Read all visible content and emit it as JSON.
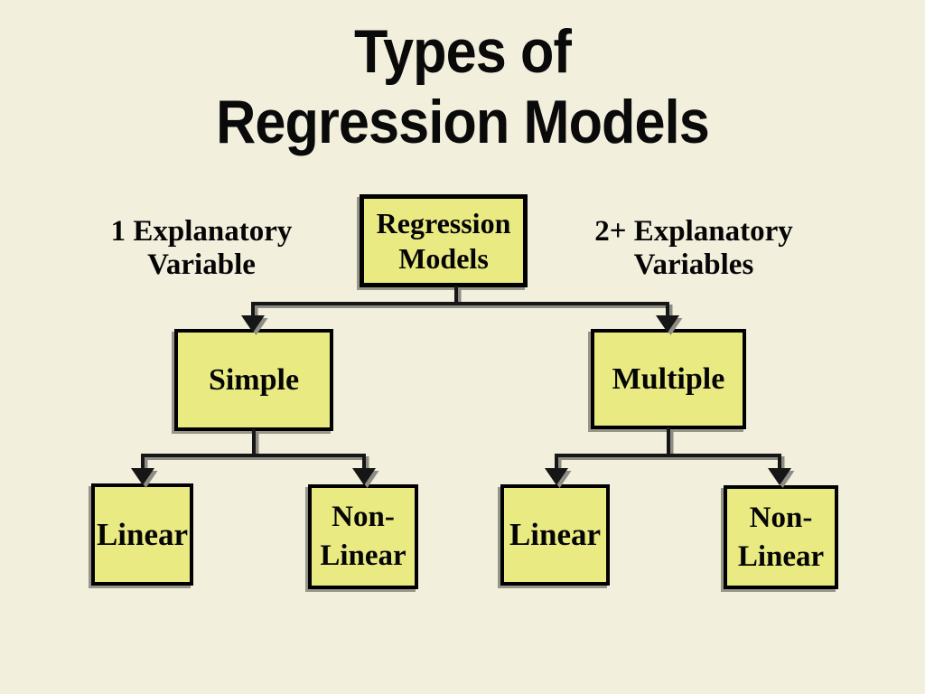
{
  "theme": {
    "background": "#f2efdc",
    "box_fill": "#e9ea82",
    "box_border": "#000000",
    "connector": "#161616",
    "connector_shadow": "#8d8d85",
    "text": "#050505"
  },
  "title": {
    "line1": "Types of",
    "line2": "Regression Models"
  },
  "labels": {
    "left": {
      "line1": "1 Explanatory",
      "line2": "Variable"
    },
    "right": {
      "line1": "2+ Explanatory",
      "line2": "Variables"
    }
  },
  "nodes": {
    "root": {
      "line1": "Regression",
      "line2": "Models"
    },
    "simple": {
      "label": "Simple"
    },
    "multiple": {
      "label": "Multiple"
    },
    "simple_linear": {
      "label": "Linear"
    },
    "simple_nonlinear": {
      "line1": "Non-",
      "line2": "Linear"
    },
    "multiple_linear": {
      "label": "Linear"
    },
    "multiple_nonlinear": {
      "line1": "Non-",
      "line2": "Linear"
    }
  }
}
